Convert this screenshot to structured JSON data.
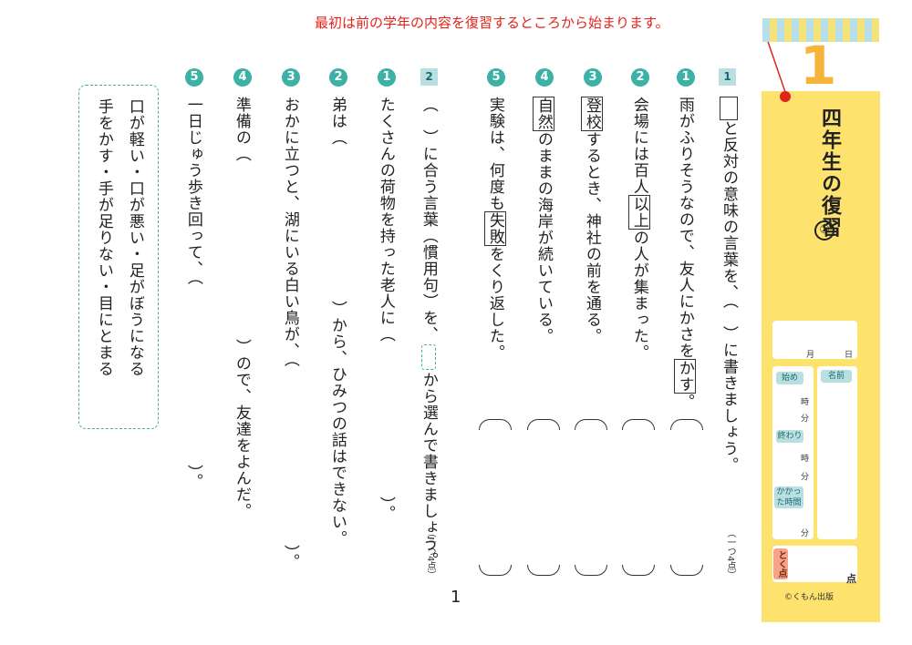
{
  "annotation": "最初は前の学年の内容を復習するところから始まります。",
  "unit_number": "1",
  "title": "四年生の復習",
  "title_sub": "①",
  "section1": {
    "num": "1",
    "instruction_a": "と反対の意味の言葉を、",
    "instruction_b": "（　）に書きましょう。",
    "points": "（一つ4点）",
    "items": [
      {
        "num": "1",
        "text": "雨がふりそうなので、友人にかさをかす。",
        "pre": "雨がふりそうなので、友人にかさを",
        "boxed": "かす",
        "post": "。"
      },
      {
        "num": "2",
        "pre": "会場には百人",
        "boxed": "以上",
        "post": "の人が集まった。"
      },
      {
        "num": "3",
        "pre": "",
        "boxed": "登校",
        "post": "するとき、神社の前を通る。"
      },
      {
        "num": "4",
        "pre": "",
        "boxed": "自然",
        "post": "のままの海岸が続いている。"
      },
      {
        "num": "5",
        "pre": "実験は、何度も",
        "boxed": "失敗",
        "post": "をくり返した。"
      }
    ]
  },
  "section2": {
    "num": "2",
    "instruction_a": "（　）に合う言葉（慣用句）を、",
    "instruction_b": "から選んで書きましょう。",
    "points": "（一つ4点）",
    "items": [
      {
        "num": "1",
        "text": "たくさんの荷物を持った老人に（",
        "end": "）。"
      },
      {
        "num": "2",
        "text": "弟は（",
        "mid": "）から、ひみつの話はできない。"
      },
      {
        "num": "3",
        "text": "おかに立つと、湖にいる白い鳥が、（",
        "end": "）。"
      },
      {
        "num": "4",
        "text": "準備の（",
        "mid": "）ので、友達をよんだ。"
      },
      {
        "num": "5",
        "text": "一日じゅう歩き回って、（",
        "end": "）。"
      }
    ],
    "choices_line1": "口が軽い・口が悪い・足がぼうになる",
    "choices_line2": "手をかす・手が足りない・目にとまる"
  },
  "sidebar": {
    "month_label": "月",
    "day_label": "日",
    "start_label": "始め",
    "end_label": "終わり",
    "elapsed_label": "かかった時間",
    "hour_label": "時",
    "minute_label": "分",
    "name_label": "名前",
    "score_label": "とく点",
    "points_label": "点",
    "copyright": "©くもん出版"
  },
  "page_number": "1"
}
